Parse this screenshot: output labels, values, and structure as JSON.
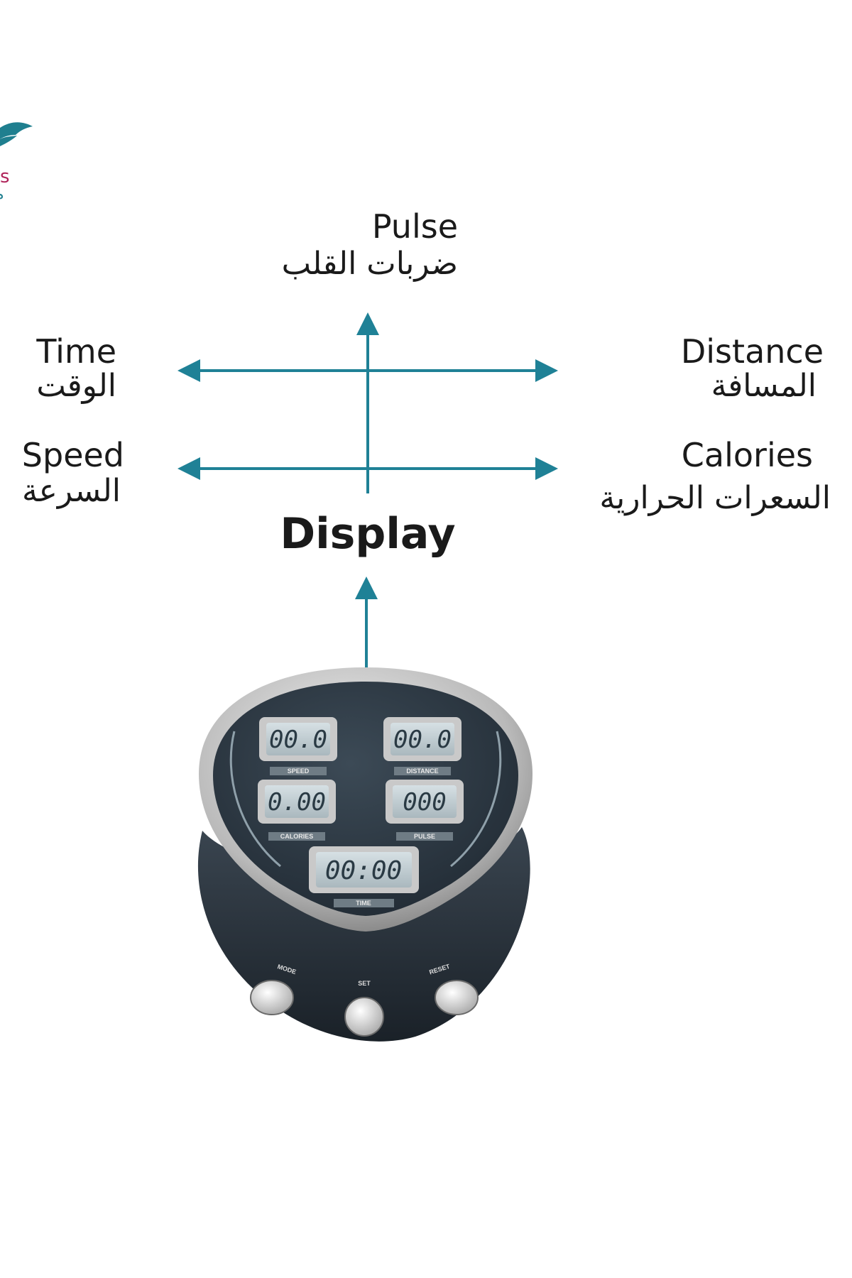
{
  "logo": {
    "partial_text": "s",
    "partial_text_2": "م",
    "color_wing": "#1f7f8f",
    "color_text": "#b0245a"
  },
  "labels": {
    "pulse": {
      "en": "Pulse",
      "ar": "ضربات القلب"
    },
    "time": {
      "en": "Time",
      "ar": "الوقت"
    },
    "distance": {
      "en": "Distance",
      "ar": "المسافة"
    },
    "speed": {
      "en": "Speed",
      "ar": "السرعة"
    },
    "calories": {
      "en": "Calories",
      "ar": "السعرات الحرارية"
    }
  },
  "display_title": "Display",
  "arrow_color": "#1f8196",
  "device": {
    "readouts": {
      "speed": {
        "value": "00.0",
        "caption": "SPEED"
      },
      "distance": {
        "value": "00.0",
        "caption": "DISTANCE"
      },
      "calories": {
        "value": "0.00",
        "caption": "CALORIES"
      },
      "pulse": {
        "value": "000",
        "caption": "PULSE"
      },
      "time": {
        "value": "00:00",
        "caption": "TIME"
      }
    },
    "buttons": {
      "mode": "MODE",
      "set": "SET",
      "reset": "RESET"
    }
  }
}
